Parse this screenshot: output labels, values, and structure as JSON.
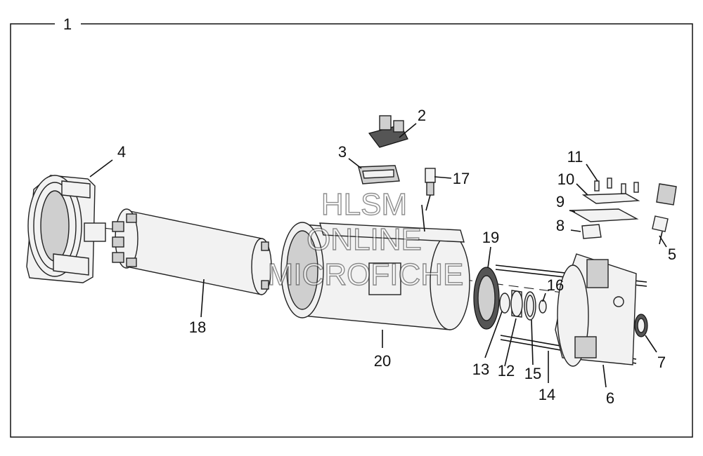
{
  "diagram": {
    "assembly_number": "1",
    "callouts": {
      "c2": "2",
      "c3": "3",
      "c4": "4",
      "c5": "5",
      "c6": "6",
      "c7": "7",
      "c8": "8",
      "c9": "9",
      "c10": "10",
      "c11": "11",
      "c12": "12",
      "c13": "13",
      "c14": "14",
      "c15": "15",
      "c16": "16",
      "c17": "17",
      "c18": "18",
      "c19": "19",
      "c20": "20"
    },
    "watermark": {
      "line1": "HLSM",
      "line2": "ONLINE",
      "line3": "MICROFICHE"
    }
  }
}
